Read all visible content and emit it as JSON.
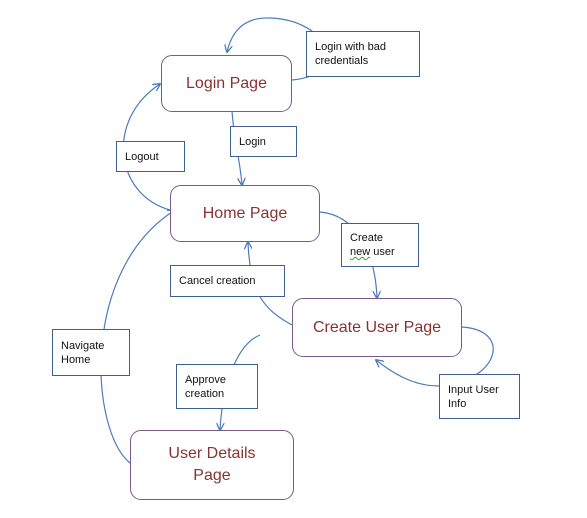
{
  "nodes": {
    "login": "Login Page",
    "home": "Home Page",
    "create_user": "Create User Page",
    "user_details": "User Details\nPage"
  },
  "edge_labels": {
    "login_bad_credentials": "Login with bad\ncredentials",
    "login": "Login",
    "logout": "Logout",
    "create_new_user_first": "Create",
    "create_new_user_second_word1": "new",
    "create_new_user_second_word2": " user",
    "cancel_creation": "Cancel creation",
    "navigate_home": "Navigate\nHome",
    "approve_creation": "Approve\ncreation",
    "input_user_info": "Input User\nInfo"
  },
  "colors": {
    "node_border": "#7a5a86",
    "node_text": "#8a3232",
    "label_border": "#3f5f92",
    "arrow": "#4a7bc0"
  }
}
